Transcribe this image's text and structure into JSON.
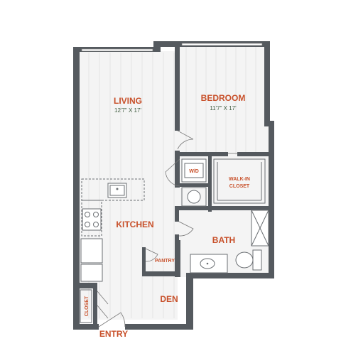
{
  "rooms": {
    "living": {
      "name": "LIVING",
      "dimensions": "12'7\" X 17'"
    },
    "bedroom": {
      "name": "BEDROOM",
      "dimensions": "11'7\" X 17'"
    },
    "walk_in_closet": {
      "line1": "WALK-IN",
      "line2": "CLOSET"
    },
    "washer_dryer": "W/D",
    "kitchen": "KITCHEN",
    "bath": "BATH",
    "pantry": "PANTRY",
    "den": "DEN",
    "closet": "CLOSET",
    "entry": "ENTRY"
  },
  "colors": {
    "wall": "#555a5f",
    "label": "#c8502a",
    "dimension": "#3d5a3d"
  }
}
